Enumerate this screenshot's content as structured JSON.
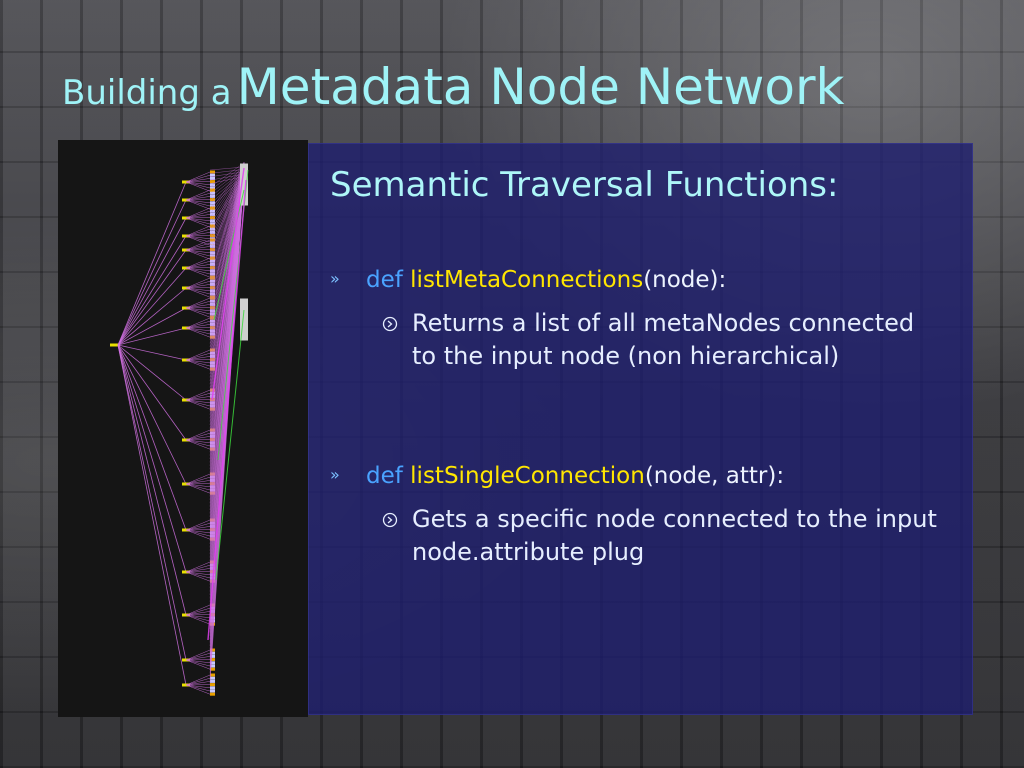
{
  "slide": {
    "title_small": "Building a",
    "title_big": "Metadata Node Network",
    "subtitle": "Semantic Traversal Functions:",
    "bullets": [
      {
        "mark": "»",
        "keyword": "def",
        "function": "listMetaConnections",
        "args": "(node):",
        "detail": "Returns a list of all metaNodes connected to the input node (non hierarchical)"
      },
      {
        "mark": "»",
        "keyword": "def",
        "function": "listSingleConnection",
        "args": "(node, attr):",
        "detail": "Gets a specific node connected to the input node.attribute plug"
      }
    ]
  },
  "colors": {
    "title": "#9ff3f7",
    "keyword": "#4aa3ff",
    "function": "#ffe600",
    "panel": "#1e1e6e",
    "graph_edges": "#d070e0",
    "graph_edges_alt": "#3cd83c"
  },
  "icons": {
    "bullet_mark": "double-chevron-icon",
    "sub_bullet": "arrow-circle-icon"
  }
}
